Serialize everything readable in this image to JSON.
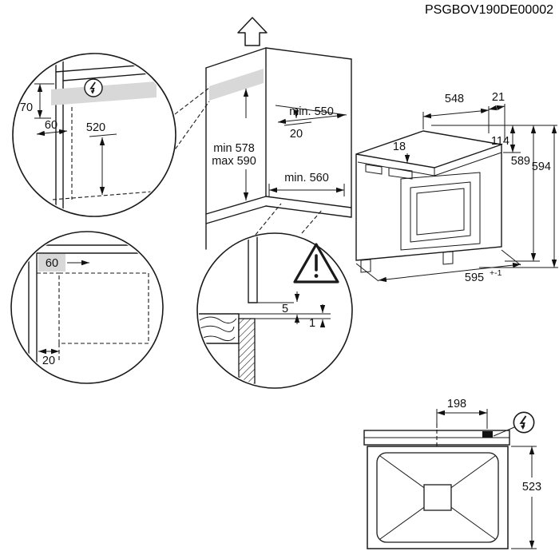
{
  "part_number": "PSGBOV190DE00002",
  "colors": {
    "line": "#1a1a1a",
    "highlight": "#d8d8d8",
    "background": "#ffffff"
  },
  "top_corner_detail": {
    "dim_70": "70",
    "dim_60": "60",
    "dim_520": "520"
  },
  "side_zone_detail": {
    "dim_60": "60",
    "dim_20": "20"
  },
  "niche": {
    "depth": "min. 550",
    "rear_gap": "20",
    "height_min": "min 578",
    "height_max": "max 590",
    "width": "min. 560"
  },
  "vent_detail": {
    "dim_5": "5",
    "dim_1": "1"
  },
  "oven": {
    "dim_548": "548",
    "dim_21": "21",
    "dim_18": "18",
    "dim_114": "114",
    "dim_589": "589",
    "dim_594": "594",
    "dim_595": "595",
    "tolerance": "+-1"
  },
  "rear_view": {
    "dim_198": "198",
    "dim_523": "523"
  },
  "icons": {
    "power": "lightning-bolt",
    "warning": "exclamation-triangle",
    "direction": "arrow-up"
  }
}
